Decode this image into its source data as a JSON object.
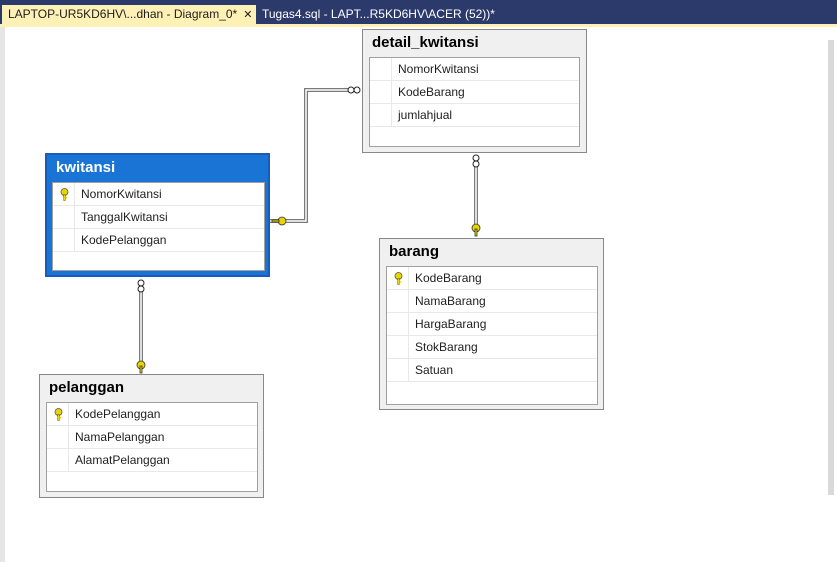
{
  "tabs": [
    {
      "label": "LAPTOP-UR5KD6HV\\...dhan - Diagram_0*",
      "close": "✕"
    },
    {
      "label": "Tugas4.sql - LAPT...R5KD6HV\\ACER (52))*"
    }
  ],
  "tables": {
    "detail_kwitansi": {
      "title": "detail_kwitansi",
      "columns": [
        "NomorKwitansi",
        "KodeBarang",
        "jumlahjual"
      ]
    },
    "kwitansi": {
      "title": "kwitansi",
      "columns": [
        "NomorKwitansi",
        "TanggalKwitansi",
        "KodePelanggan"
      ]
    },
    "barang": {
      "title": "barang",
      "columns": [
        "KodeBarang",
        "NamaBarang",
        "HargaBarang",
        "StokBarang",
        "Satuan"
      ]
    },
    "pelanggan": {
      "title": "pelanggan",
      "columns": [
        "KodePelanggan",
        "NamaPelanggan",
        "AlamatPelanggan"
      ]
    }
  },
  "colors": {
    "selected_table": "#1a74d6",
    "tab_active": "#fdf1b6",
    "key_icon": "#e8d400"
  }
}
